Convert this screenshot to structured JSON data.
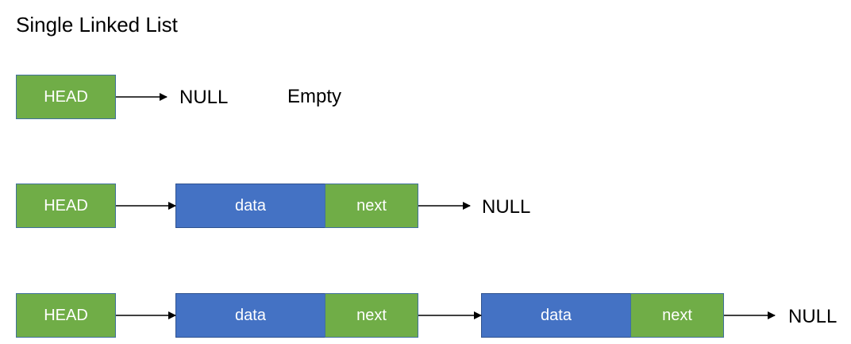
{
  "title": "Single Linked List",
  "colors": {
    "head_fill": "#70ad47",
    "data_fill": "#4472c4",
    "next_fill": "#70ad47",
    "text_on_box": "#ffffff"
  },
  "rows": [
    {
      "head": "HEAD",
      "nodes": [],
      "terminal": "NULL",
      "note": "Empty"
    },
    {
      "head": "HEAD",
      "nodes": [
        {
          "data": "data",
          "next": "next"
        }
      ],
      "terminal": "NULL"
    },
    {
      "head": "HEAD",
      "nodes": [
        {
          "data": "data",
          "next": "next"
        },
        {
          "data": "data",
          "next": "next"
        }
      ],
      "terminal": "NULL"
    }
  ]
}
